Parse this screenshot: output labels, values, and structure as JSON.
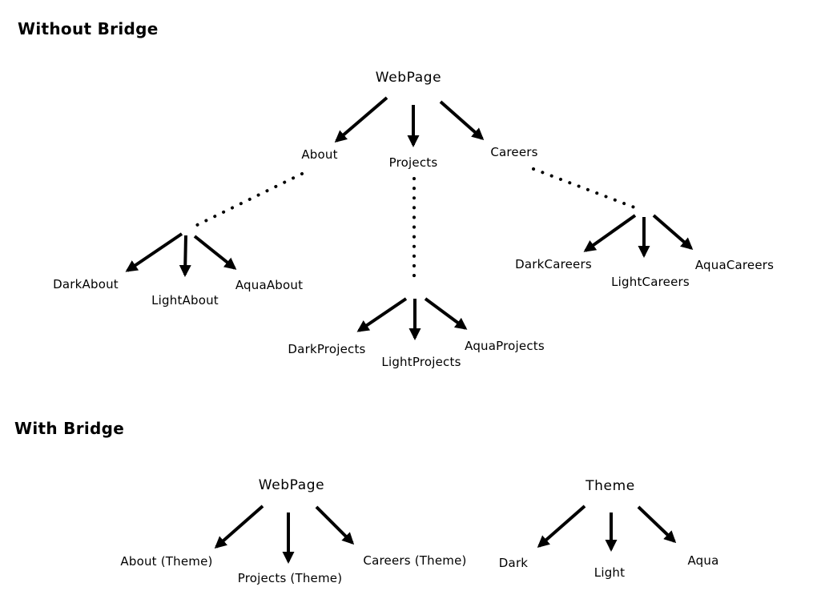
{
  "colors": {
    "ink": "#000000",
    "background": "#ffffff"
  },
  "without_bridge": {
    "title": "Without Bridge",
    "root": "WebPage",
    "pages": [
      {
        "label": "About",
        "variants": [
          "DarkAbout",
          "LightAbout",
          "AquaAbout"
        ]
      },
      {
        "label": "Projects",
        "variants": [
          "DarkProjects",
          "LightProjects",
          "AquaProjects"
        ]
      },
      {
        "label": "Careers",
        "variants": [
          "DarkCareers",
          "LightCareers",
          "AquaCareers"
        ]
      }
    ]
  },
  "with_bridge": {
    "title": "With Bridge",
    "webpage_tree": {
      "root": "WebPage",
      "children": [
        "About (Theme)",
        "Projects (Theme)",
        "Careers (Theme)"
      ]
    },
    "theme_tree": {
      "root": "Theme",
      "children": [
        "Dark",
        "Light",
        "Aqua"
      ]
    }
  }
}
